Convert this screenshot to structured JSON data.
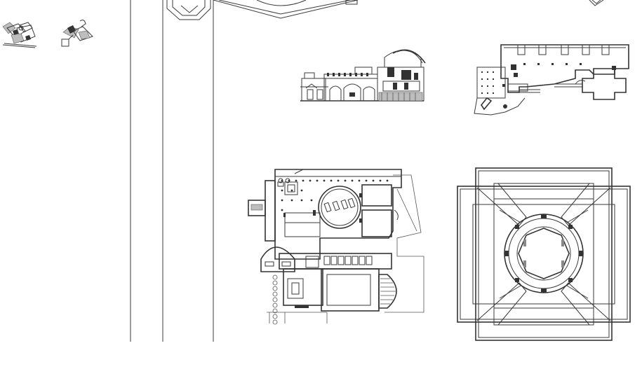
{
  "app": {
    "window_title": "",
    "background_color": "#ffffff",
    "line_color": "#3a3a3a"
  },
  "canvas": {
    "name": "cad-model-space",
    "drawings": [
      {
        "id": "sketch-thumbnails"
      },
      {
        "id": "section-elevation"
      },
      {
        "id": "wing-plan"
      },
      {
        "id": "complex-floor-plan"
      },
      {
        "id": "rotunda-plan"
      }
    ]
  }
}
